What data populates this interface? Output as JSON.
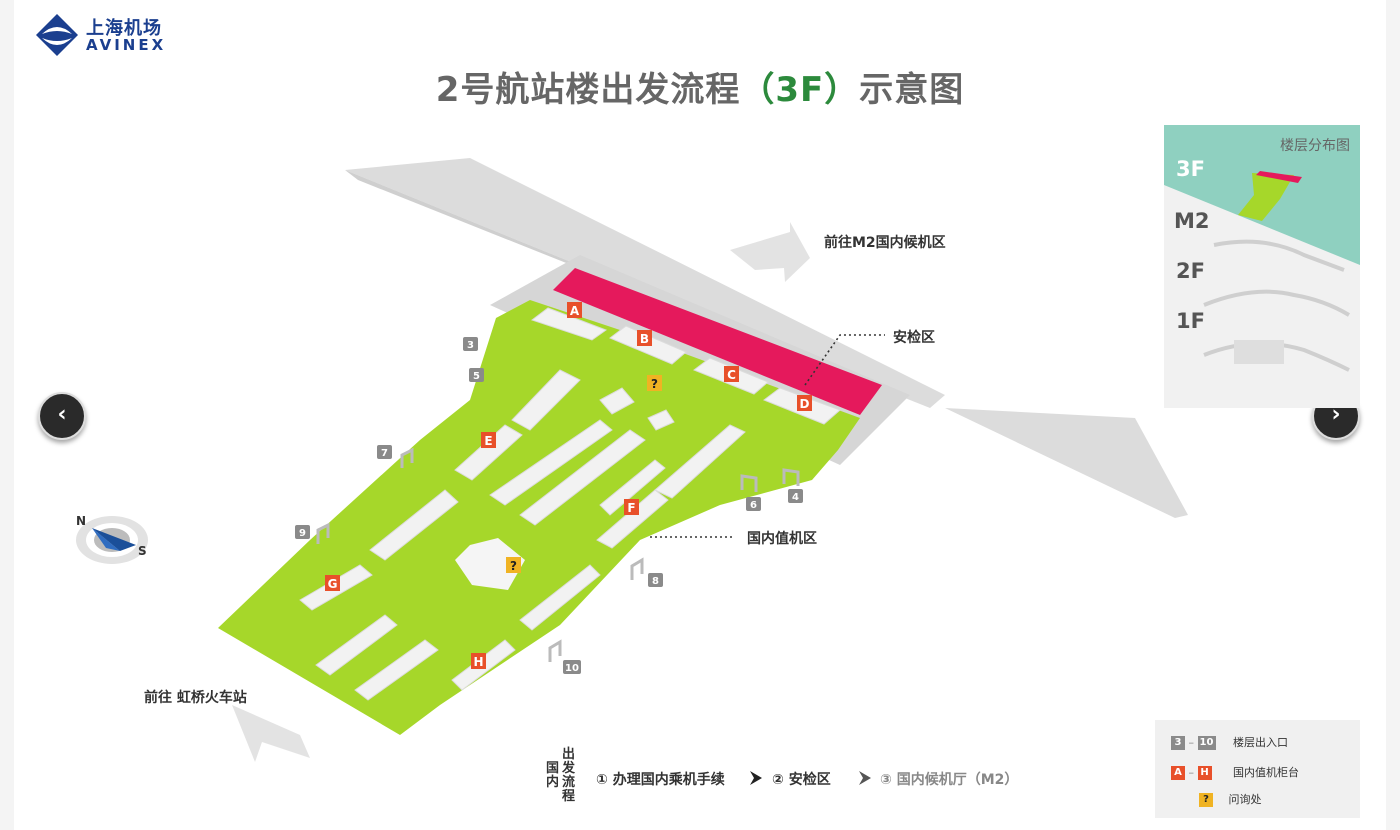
{
  "logo": {
    "cn": "上海机场",
    "en": "AVINEX"
  },
  "title": {
    "prefix": "2号航站楼出发流程",
    "highlight": "（3F）",
    "suffix": "示意图"
  },
  "map_labels": {
    "to_m2": "前往M2国内候机区",
    "security": "安检区",
    "checkin": "国内值机区",
    "to_train": "前往 虹桥火车站"
  },
  "counters": [
    "A",
    "B",
    "C",
    "D",
    "E",
    "F",
    "G",
    "H"
  ],
  "gates": [
    "3",
    "4",
    "5",
    "6",
    "7",
    "8",
    "9",
    "10"
  ],
  "info_symbol": "?",
  "compass": {
    "north": "N",
    "south": "S"
  },
  "nav": {
    "prev": "‹",
    "next": "›"
  },
  "minimap": {
    "title": "楼层分布图",
    "floors": [
      "3F",
      "M2",
      "2F",
      "1F"
    ]
  },
  "legend": {
    "gate_from": "3",
    "gate_sep": "–",
    "gate_to": "10",
    "gate_label": "楼层出入口",
    "counter_from": "A",
    "counter_sep": "–",
    "counter_to": "H",
    "counter_label": "国内值机柜台",
    "info_symbol": "?",
    "info_label": "问询处"
  },
  "flow": {
    "title_col1": "出发流程",
    "title_col2": "国内",
    "step1": "① 办理国内乘机手续",
    "step2": "② 安检区",
    "step3": "③ 国内候机厅（M2）"
  },
  "colors": {
    "checkin_floor": "#a6d72a",
    "security_zone": "#e5195c",
    "counter_badge": "#e8502a",
    "info_badge": "#f0b323",
    "gate_badge": "#8a8a8a",
    "title_highlight": "#2c8a3c",
    "logo_blue": "#1b3f8f"
  }
}
